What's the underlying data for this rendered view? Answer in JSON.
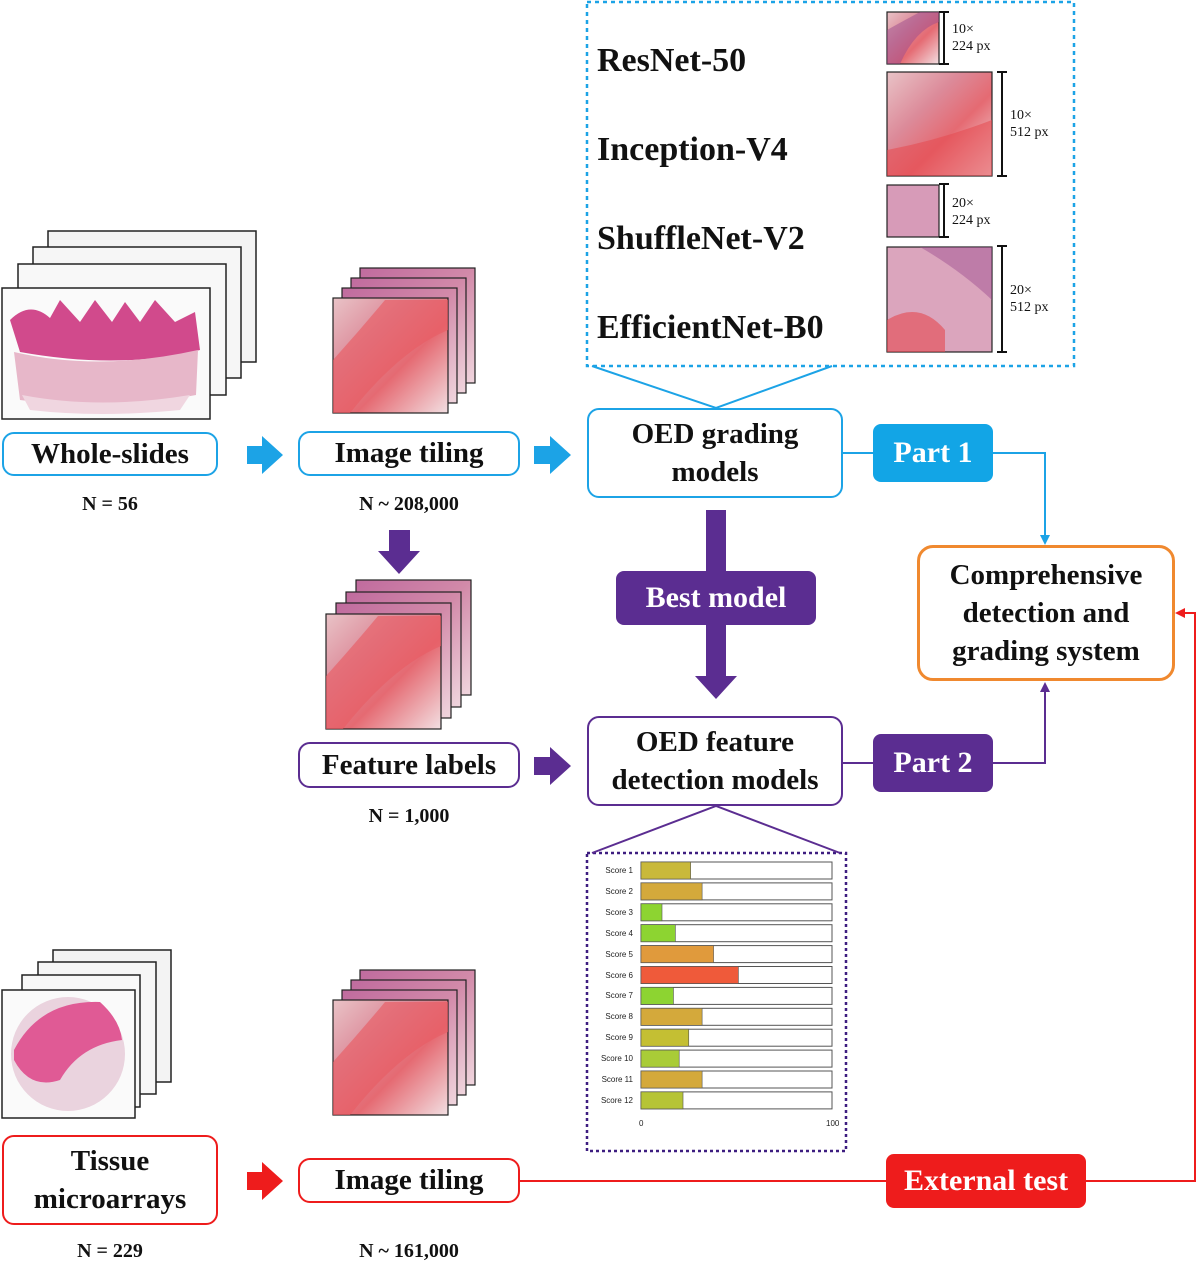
{
  "inputs": {
    "whole_slides": {
      "label": "Whole-slides",
      "count": "N = 56"
    },
    "image_tiling_train": {
      "label": "Image tiling",
      "count": "N ~ 208,000"
    },
    "feature_labels": {
      "label": "Feature labels",
      "count": "N = 1,000"
    },
    "tissue_microarrays": {
      "label_line1": "Tissue",
      "label_line2": "microarrays",
      "count": "N = 229"
    },
    "image_tiling_test": {
      "label": "Image tiling",
      "count": "N ~ 161,000"
    }
  },
  "models": {
    "names": [
      "ResNet-50",
      "Inception-V4",
      "ShuffleNet-V2",
      "EfficientNet-B0"
    ],
    "resolutions": [
      {
        "mag": "10×",
        "size": "224 px"
      },
      {
        "mag": "10×",
        "size": "512 px"
      },
      {
        "mag": "20×",
        "size": "224 px"
      },
      {
        "mag": "20×",
        "size": "512 px"
      }
    ]
  },
  "grading": {
    "line1": "OED grading",
    "line2": "models"
  },
  "feature_detection": {
    "line1": "OED feature",
    "line2": "detection models"
  },
  "system": {
    "line1": "Comprehensive",
    "line2": "detection and",
    "line3": "grading system"
  },
  "pills": {
    "part1": "Part 1",
    "part2": "Part 2",
    "best_model": "Best model",
    "external_test": "External test"
  },
  "colors": {
    "blue": "#1ca3e6",
    "purple": "#5b2d91",
    "red": "#ee1c1c",
    "orange": "#f0892f",
    "part1_fill": "#12a5e6"
  },
  "chart_data": {
    "type": "bar",
    "categories": [
      "Score 1",
      "Score 2",
      "Score 3",
      "Score 4",
      "Score 5",
      "Score 6",
      "Score 7",
      "Score 8",
      "Score 9",
      "Score 10",
      "Score 11",
      "Score 12"
    ],
    "values": [
      26,
      32,
      11,
      18,
      38,
      51,
      17,
      32,
      25,
      20,
      32,
      22
    ],
    "colors": [
      "#c9b93a",
      "#d4a93b",
      "#8dd431",
      "#8dd431",
      "#e09a3c",
      "#ef5a3a",
      "#8dd431",
      "#d4a93b",
      "#c4bf33",
      "#a9cc37",
      "#d4a93b",
      "#b6c436"
    ],
    "xlim": [
      0,
      100
    ],
    "x_ticks": [
      "0",
      "100"
    ]
  }
}
